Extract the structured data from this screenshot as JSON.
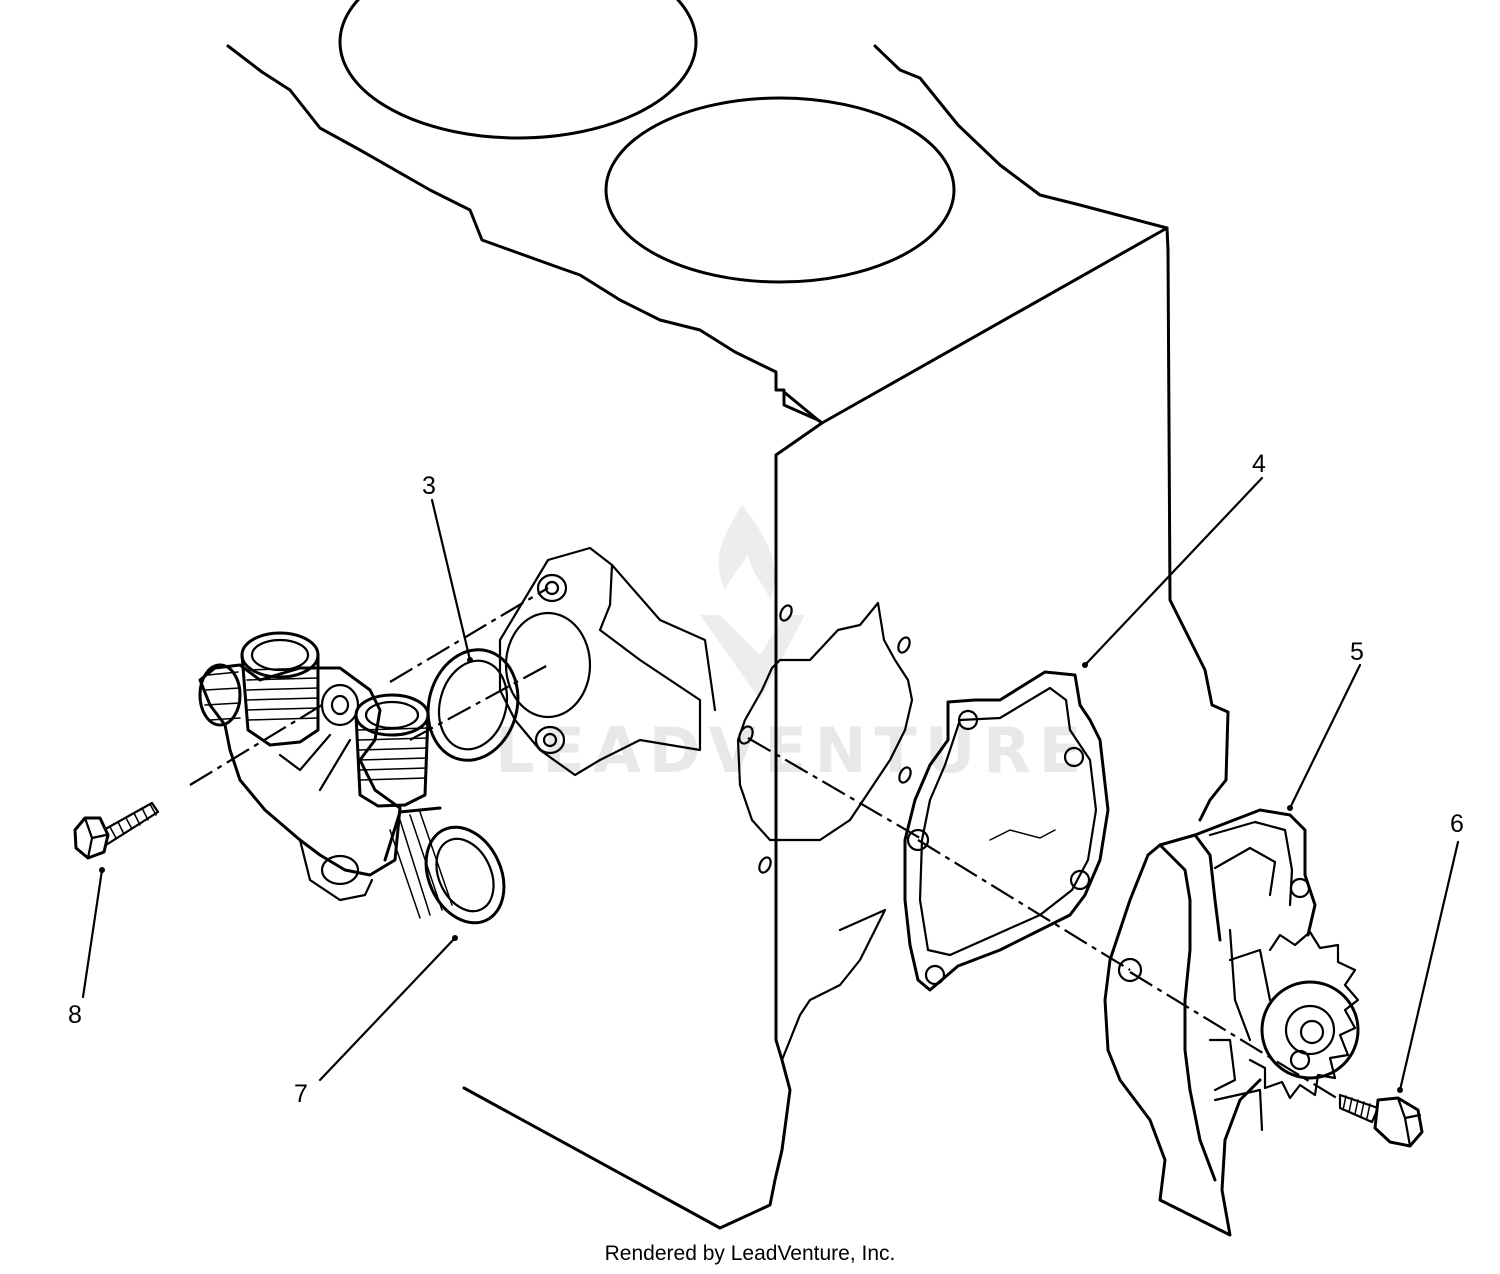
{
  "diagram": {
    "callouts": [
      {
        "id": "3",
        "label": "3"
      },
      {
        "id": "4",
        "label": "4"
      },
      {
        "id": "5",
        "label": "5"
      },
      {
        "id": "6",
        "label": "6"
      },
      {
        "id": "7",
        "label": "7"
      },
      {
        "id": "8",
        "label": "8"
      }
    ],
    "footer": "Rendered by LeadVenture, Inc.",
    "watermark": "LEADVENTURE"
  }
}
